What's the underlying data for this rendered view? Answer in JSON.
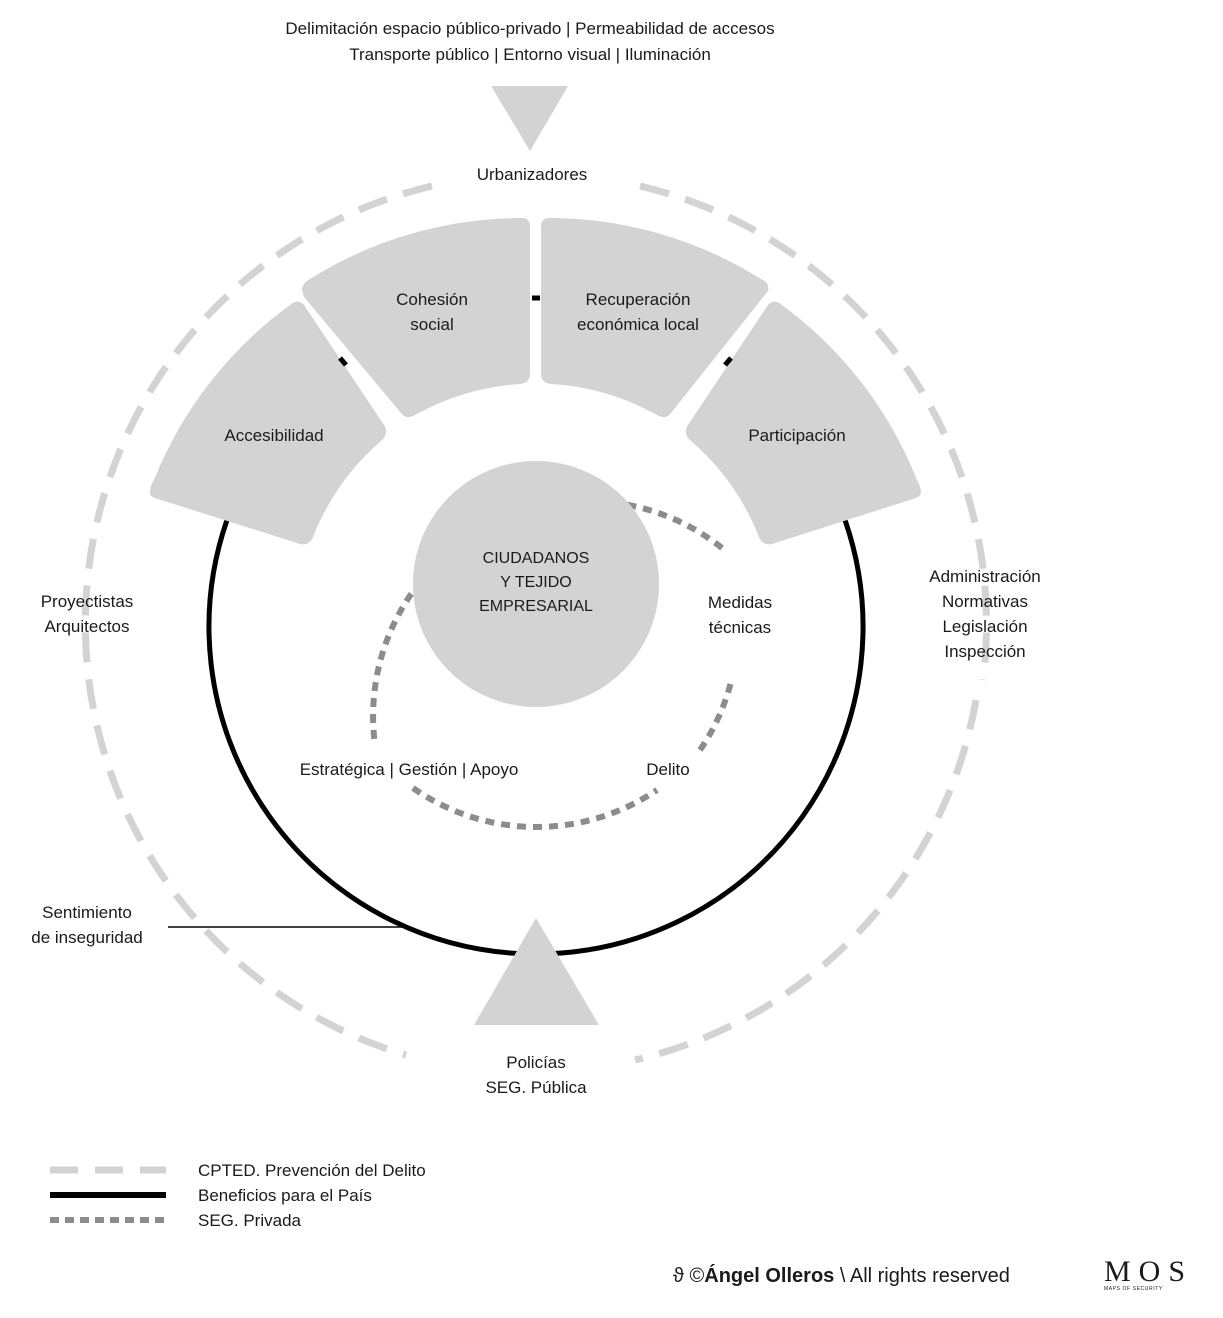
{
  "top_text": {
    "line1": "Delimitación espacio público-privado | Permeabilidad de accesos",
    "line2": "Transporte público | Entorno visual | Iluminación"
  },
  "actors": {
    "top": "Urbanizadores",
    "left": [
      "Proyectistas",
      "Arquitectos"
    ],
    "right": [
      "Administración",
      "Normativas",
      "Legislación",
      "Inspección"
    ],
    "bottom": [
      "Policías",
      "SEG. Pública"
    ],
    "sentimiento": [
      "Sentimiento",
      "de inseguridad"
    ]
  },
  "segments": {
    "accesibilidad": [
      "Accesibilidad"
    ],
    "cohesion": [
      "Cohesión",
      "social"
    ],
    "recuperacion": [
      "Recuperación",
      "económica local"
    ],
    "participacion": [
      "Participación"
    ]
  },
  "center": [
    "CIUDADANOS",
    "Y TEJIDO",
    "EMPRESARIAL"
  ],
  "inner_labels": {
    "medidas": [
      "Medidas",
      "técnicas"
    ],
    "delito": "Delito",
    "estrategica": "Estratégica | Gestión | Apoyo"
  },
  "legend": [
    {
      "label": "CPTED. Prevención del Delito",
      "style": "light-dash",
      "color": "#d3d3d3"
    },
    {
      "label": "Beneficios para el País",
      "style": "solid",
      "color": "#000000"
    },
    {
      "label": "SEG. Privada",
      "style": "dot",
      "color": "#8c8c8c"
    }
  ],
  "credit": {
    "symbol": "ϑ",
    "copyright": "©",
    "author": "Ángel Olleros",
    "separator": "\\",
    "rights": "All rights reserved"
  },
  "logo": {
    "letters": "MOS",
    "subtitle": "MAPS OF SECURITY"
  },
  "colors": {
    "segment_fill": "#d3d3d3",
    "outer_dash": "#d3d3d3",
    "inner_dot": "#8c8c8c",
    "solid_ring": "#000000",
    "center_fill": "#d3d3d3"
  }
}
